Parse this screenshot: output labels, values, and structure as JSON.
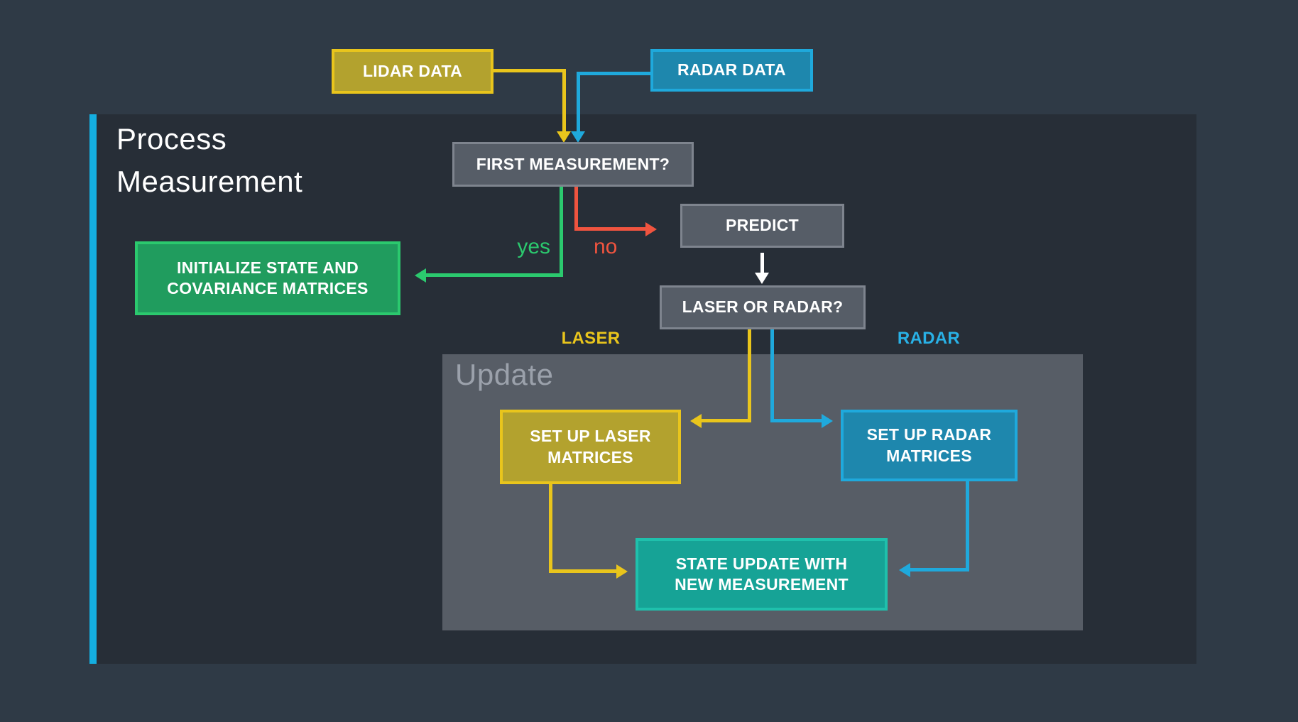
{
  "sections": {
    "process_measurement": {
      "title": "Process\nMeasurement"
    },
    "update": {
      "title": "Update"
    }
  },
  "nodes": {
    "lidar": {
      "label": "LIDAR DATA"
    },
    "radar": {
      "label": "RADAR DATA"
    },
    "first_measurement": {
      "label": "FIRST MEASUREMENT?"
    },
    "predict": {
      "label": "PREDICT"
    },
    "laser_or_radar": {
      "label": "LASER OR RADAR?"
    },
    "initialize": {
      "label": "INITIALIZE STATE AND COVARIANCE MATRICES"
    },
    "setup_laser": {
      "label": "SET UP LASER MATRICES"
    },
    "setup_radar": {
      "label": "SET UP RADAR MATRICES"
    },
    "state_update": {
      "label": "STATE UPDATE WITH NEW MEASUREMENT"
    }
  },
  "edge_labels": {
    "yes": "yes",
    "no": "no",
    "laser": "LASER",
    "radar": "RADAR"
  },
  "colors": {
    "bg_outer": "#2f3a46",
    "bg_panel": "#272e37",
    "accent_bar": "#14aee0",
    "yellow": "#e9c51c",
    "yellow_fill": "#b3a22e",
    "blue": "#1fa9dc",
    "blue_fill": "#1e87ad",
    "label_blue": "#29b1e6",
    "gray_fill": "#565d67",
    "gray_border": "#7e848e",
    "green": "#2bc96e",
    "green_fill": "#209c5e",
    "red": "#f0543f",
    "teal": "#1fc0ac",
    "teal_fill": "#16a396",
    "update_bg": "#575d66",
    "update_text": "#9ba1ab",
    "white": "#ffffff"
  }
}
